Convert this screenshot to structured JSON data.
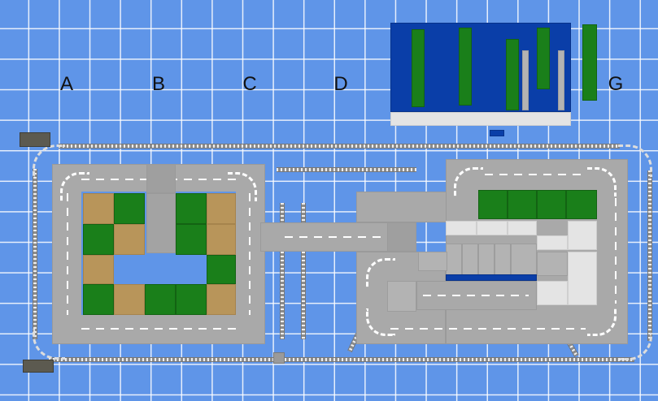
{
  "scene": {
    "column_labels": [
      "A",
      "B",
      "C",
      "D",
      "G"
    ],
    "colors": {
      "baseplate_blue": "#5f95e8",
      "road_gray": "#a9a9a9",
      "grass_green": "#1a7f1a",
      "sand_tan": "#b8955a",
      "water_blue": "#0a3ea8",
      "track_light": "#eeeeee"
    }
  }
}
